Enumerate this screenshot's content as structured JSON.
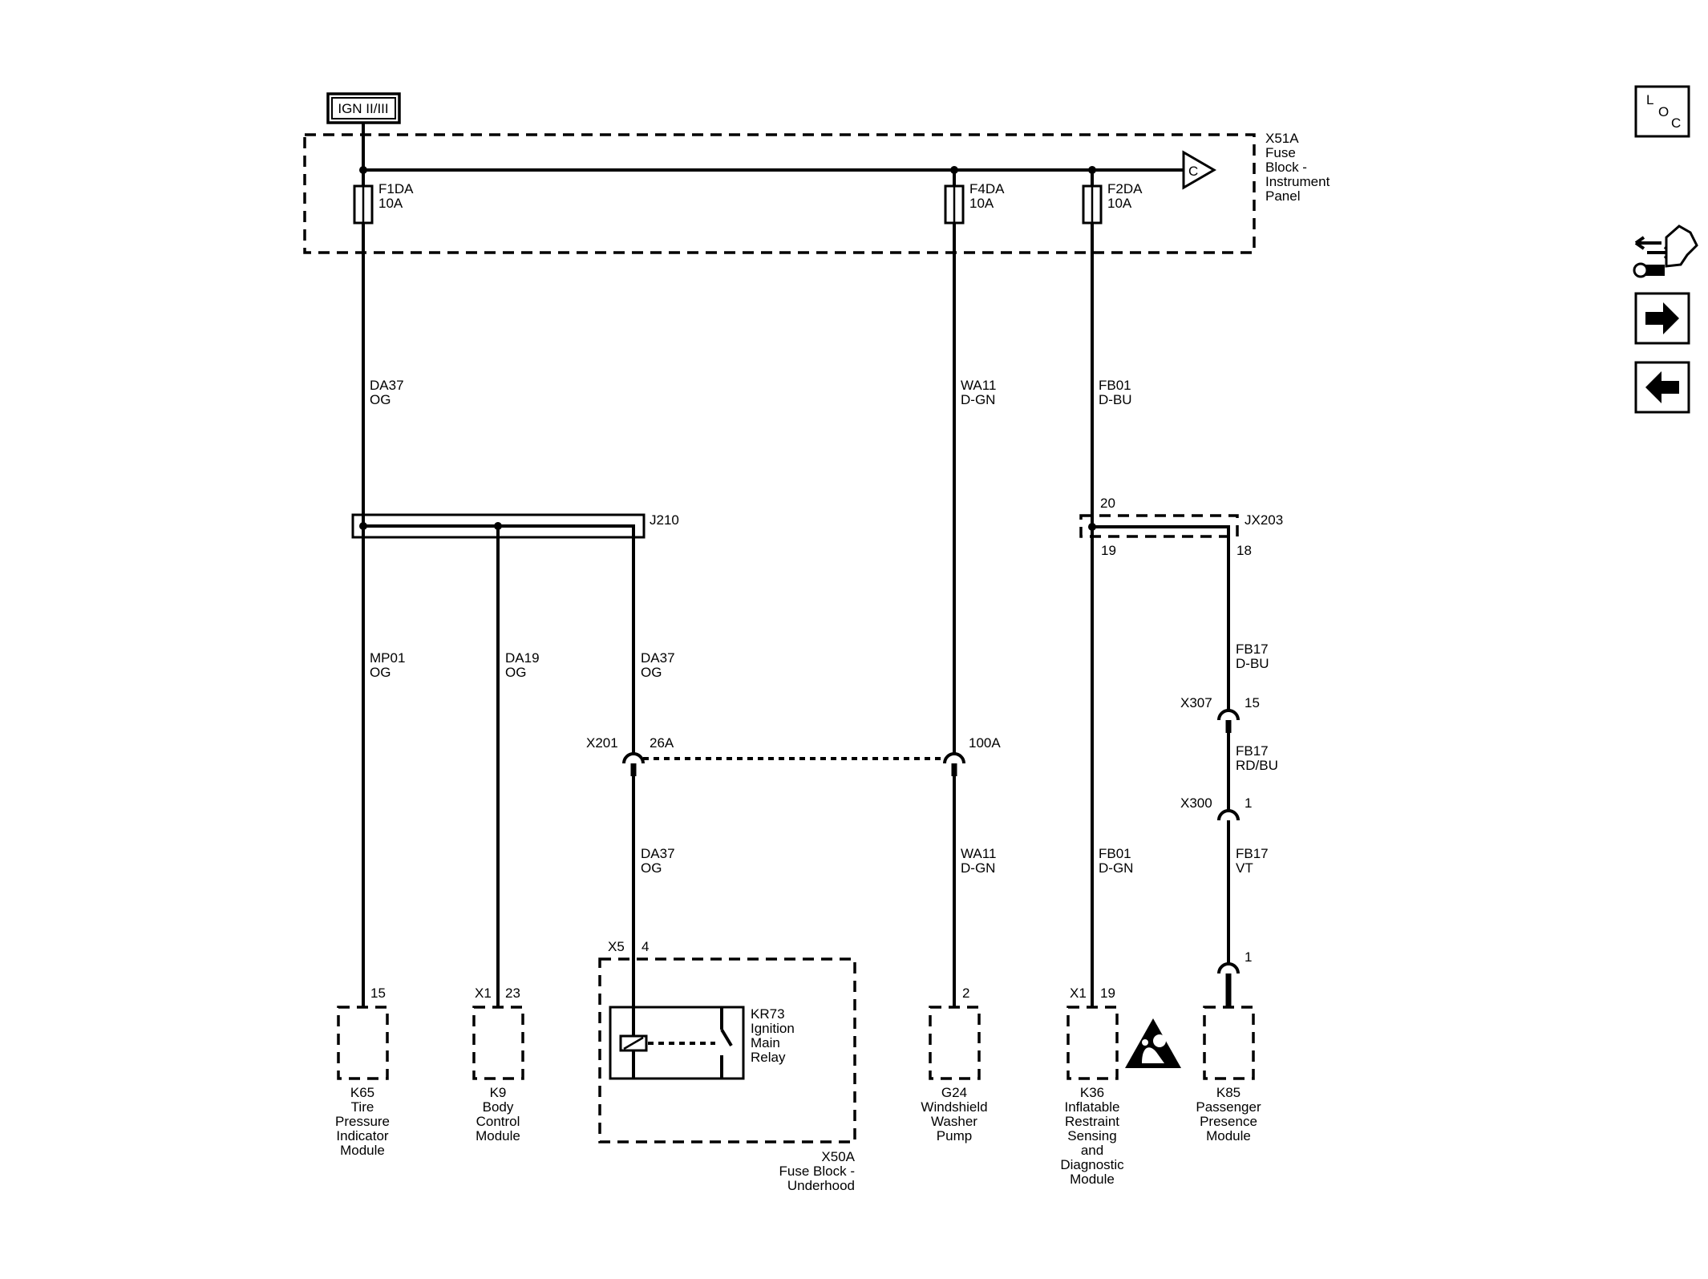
{
  "power_source": "IGN II/III",
  "fuse_block_ip": {
    "name": "X51A",
    "desc": [
      "Fuse",
      "Block -",
      "Instrument",
      "Panel"
    ],
    "continuation": "C"
  },
  "fuses": [
    {
      "name": "F1DA",
      "rating": "10A"
    },
    {
      "name": "F4DA",
      "rating": "10A"
    },
    {
      "name": "F2DA",
      "rating": "10A"
    }
  ],
  "wires": {
    "da37_top": {
      "circuit": "DA37",
      "color": "OG"
    },
    "wa11_top": {
      "circuit": "WA11",
      "color": "D-GN"
    },
    "fb01_top": {
      "circuit": "FB01",
      "color": "D-BU"
    },
    "mp01": {
      "circuit": "MP01",
      "color": "OG"
    },
    "da19": {
      "circuit": "DA19",
      "color": "OG"
    },
    "da37_mid": {
      "circuit": "DA37",
      "color": "OG"
    },
    "fb17_top": {
      "circuit": "FB17",
      "color": "D-BU"
    },
    "fb17_mid": {
      "circuit": "FB17",
      "color": "RD/BU"
    },
    "da37_low": {
      "circuit": "DA37",
      "color": "OG"
    },
    "wa11_low": {
      "circuit": "WA11",
      "color": "D-GN"
    },
    "fb01_low": {
      "circuit": "FB01",
      "color": "D-GN"
    },
    "fb17_low": {
      "circuit": "FB17",
      "color": "VT"
    }
  },
  "splices": {
    "j210": "J210",
    "jx203": "JX203",
    "jx203_pins": [
      "20",
      "19",
      "18"
    ]
  },
  "connectors": {
    "x201": "X201",
    "x201_pin": "26A",
    "x201_pin2": "100A",
    "x307": "X307",
    "x307_pin": "15",
    "x300": "X300",
    "x300_pin": "1",
    "k85_inline_pin": "1",
    "x5": "X5",
    "x5_pin": "4"
  },
  "components": {
    "k65": {
      "pin": "15",
      "label": [
        "K65",
        "Tire",
        "Pressure",
        "Indicator",
        "Module"
      ]
    },
    "k9": {
      "conn": "X1",
      "pin": "23",
      "label": [
        "K9",
        "Body",
        "Control",
        "Module"
      ]
    },
    "kr73": {
      "label": [
        "KR73",
        "Ignition",
        "Main",
        "Relay"
      ]
    },
    "x50a": {
      "label": [
        "X50A",
        "Fuse Block -",
        "Underhood"
      ]
    },
    "g24": {
      "pin": "2",
      "label": [
        "G24",
        "Windshield",
        "Washer",
        "Pump"
      ]
    },
    "k36": {
      "conn": "X1",
      "pin": "19",
      "label": [
        "K36",
        "Inflatable",
        "Restraint",
        "Sensing",
        "and",
        "Diagnostic",
        "Module"
      ]
    },
    "k85": {
      "label": [
        "K85",
        "Passenger",
        "Presence",
        "Module"
      ]
    }
  },
  "nav": {
    "loc_letters": [
      "L",
      "O",
      "C"
    ]
  },
  "icons": [
    "loc-icon",
    "diagnostic-icon",
    "forward-arrow-icon",
    "back-arrow-icon",
    "airbag-warning-icon"
  ]
}
